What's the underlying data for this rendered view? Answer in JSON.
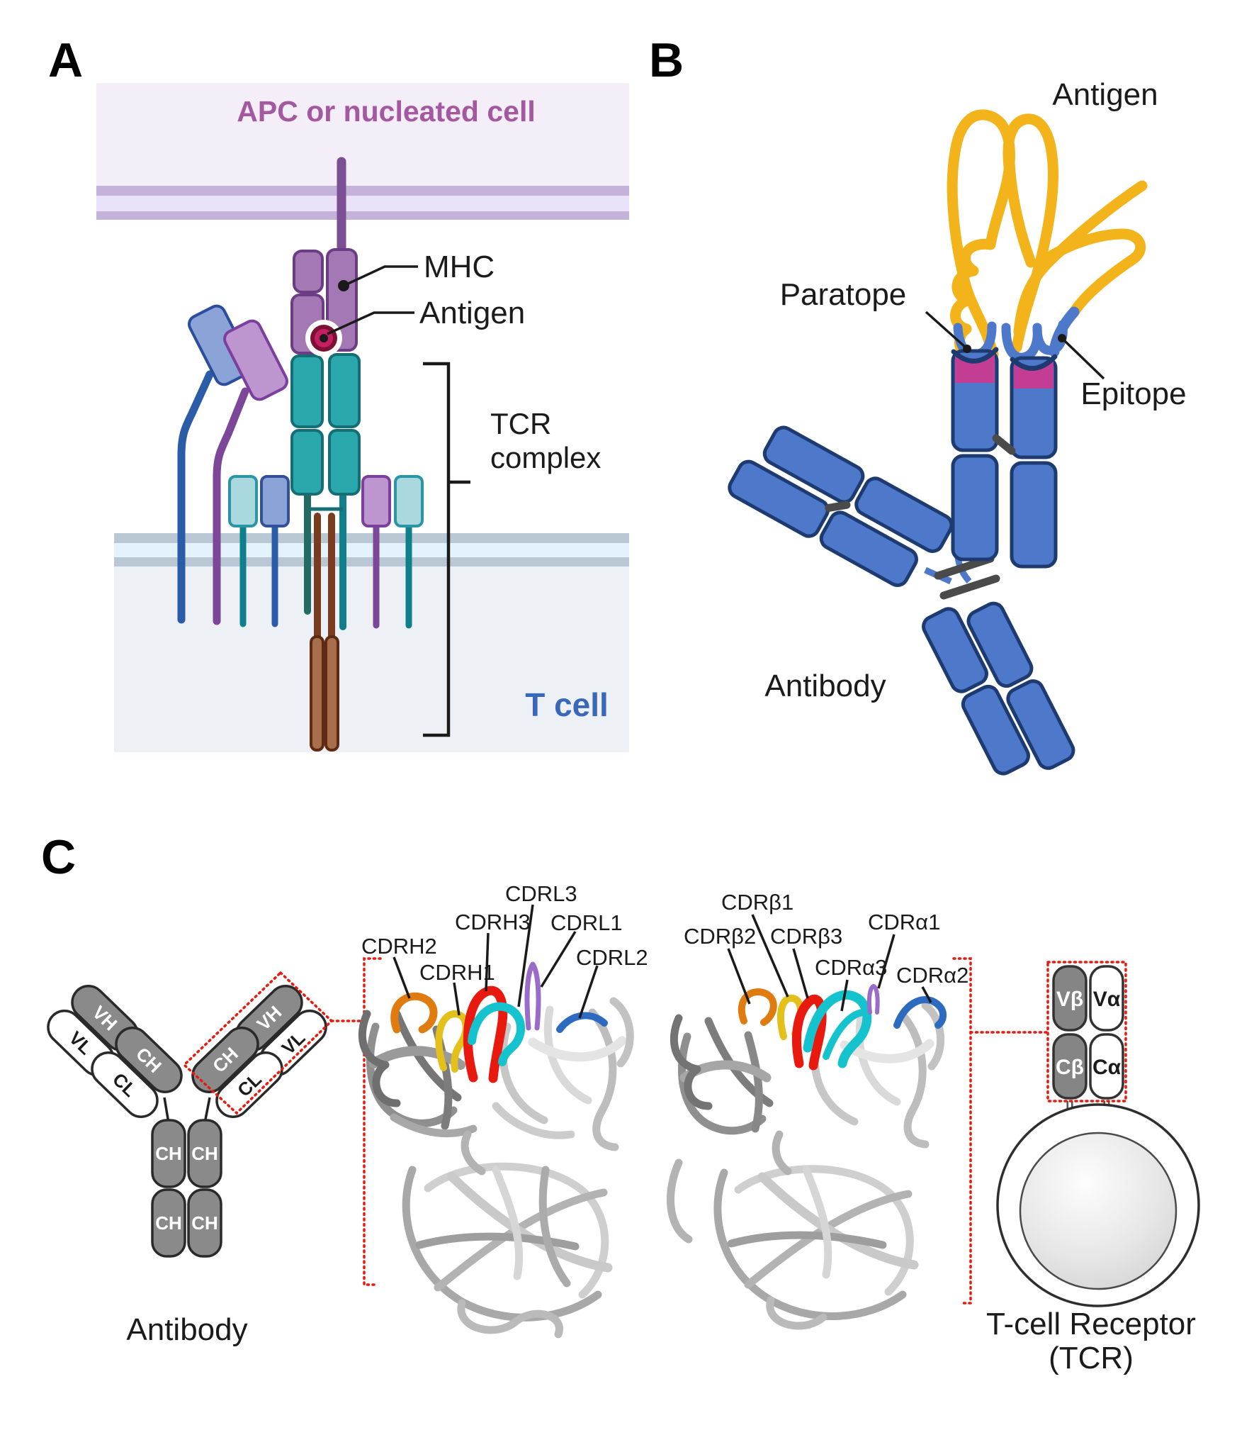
{
  "figure": {
    "panel_a": {
      "label": "A",
      "apc_cell_label": "APC or nucleated cell",
      "mhc_label": "MHC",
      "antigen_label": "Antigen",
      "tcr_complex_label": [
        "TCR",
        "complex"
      ],
      "t_cell_label": "T cell"
    },
    "panel_b": {
      "label": "B",
      "antigen_label": "Antigen",
      "paratope_label": "Paratope",
      "epitope_label": "Epitope",
      "antibody_label": "Antibody"
    },
    "panel_c": {
      "label": "C",
      "antibody_schematic": {
        "left_arm_domains": [
          "VH",
          "VL",
          "CH",
          "CL"
        ],
        "right_arm_domains": [
          "VH",
          "VL",
          "CH",
          "CL"
        ],
        "stem_domains": [
          "CH",
          "CH",
          "CH",
          "CH"
        ],
        "caption": "Antibody"
      },
      "antibody_cdr_labels": {
        "cdrh2": "CDRH2",
        "cdrh1": "CDRH1",
        "cdrh3": "CDRH3",
        "cdrl3": "CDRL3",
        "cdrl1": "CDRL1",
        "cdrl2": "CDRL2"
      },
      "tcr_cdr_labels": {
        "cdrb2": "CDRβ2",
        "cdrb1": "CDRβ1",
        "cdrb3": "CDRβ3",
        "cdra3": "CDRα3",
        "cdra1": "CDRα1",
        "cdra2": "CDRα2"
      },
      "tcr_schematic": {
        "domains": [
          "Vβ",
          "Vα",
          "Cβ",
          "Cα"
        ],
        "caption": [
          "T-cell Receptor",
          "(TCR)"
        ]
      }
    },
    "colors": {
      "apc_title_purple": "#A3589F",
      "apc_background": "#F4EEF9",
      "apc_membrane": "#C4B2DB",
      "mhc_purple": "#A478B5",
      "antigen_red": "#C51F63",
      "tcr_teal": "#2AA6AD",
      "cd3_light_teal": "#A9D8DF",
      "cd3_blue": "#8AA4D8",
      "cd3_purple": "#BD95CF",
      "zeta_brown": "#A76F4B",
      "t_cell_membrane": "#B9C8D4",
      "t_cell_background": "#EDF1F6",
      "t_cell_text_blue": "#3A68B8",
      "antigen_yellow": "#F3B41B",
      "antibody_blue": "#4E79CA",
      "paratope_magenta": "#C23D93",
      "domain_gray": "#8A8A8A",
      "cdr_orange": "#E07B10",
      "cdr_yellow": "#E3C01A",
      "cdr_red": "#E8190E",
      "cdr_cyan": "#14C3CD",
      "cdr_purple": "#9A6BC9",
      "cdr_blue": "#2D6BC0",
      "bracket_red": "#E8190E"
    }
  }
}
